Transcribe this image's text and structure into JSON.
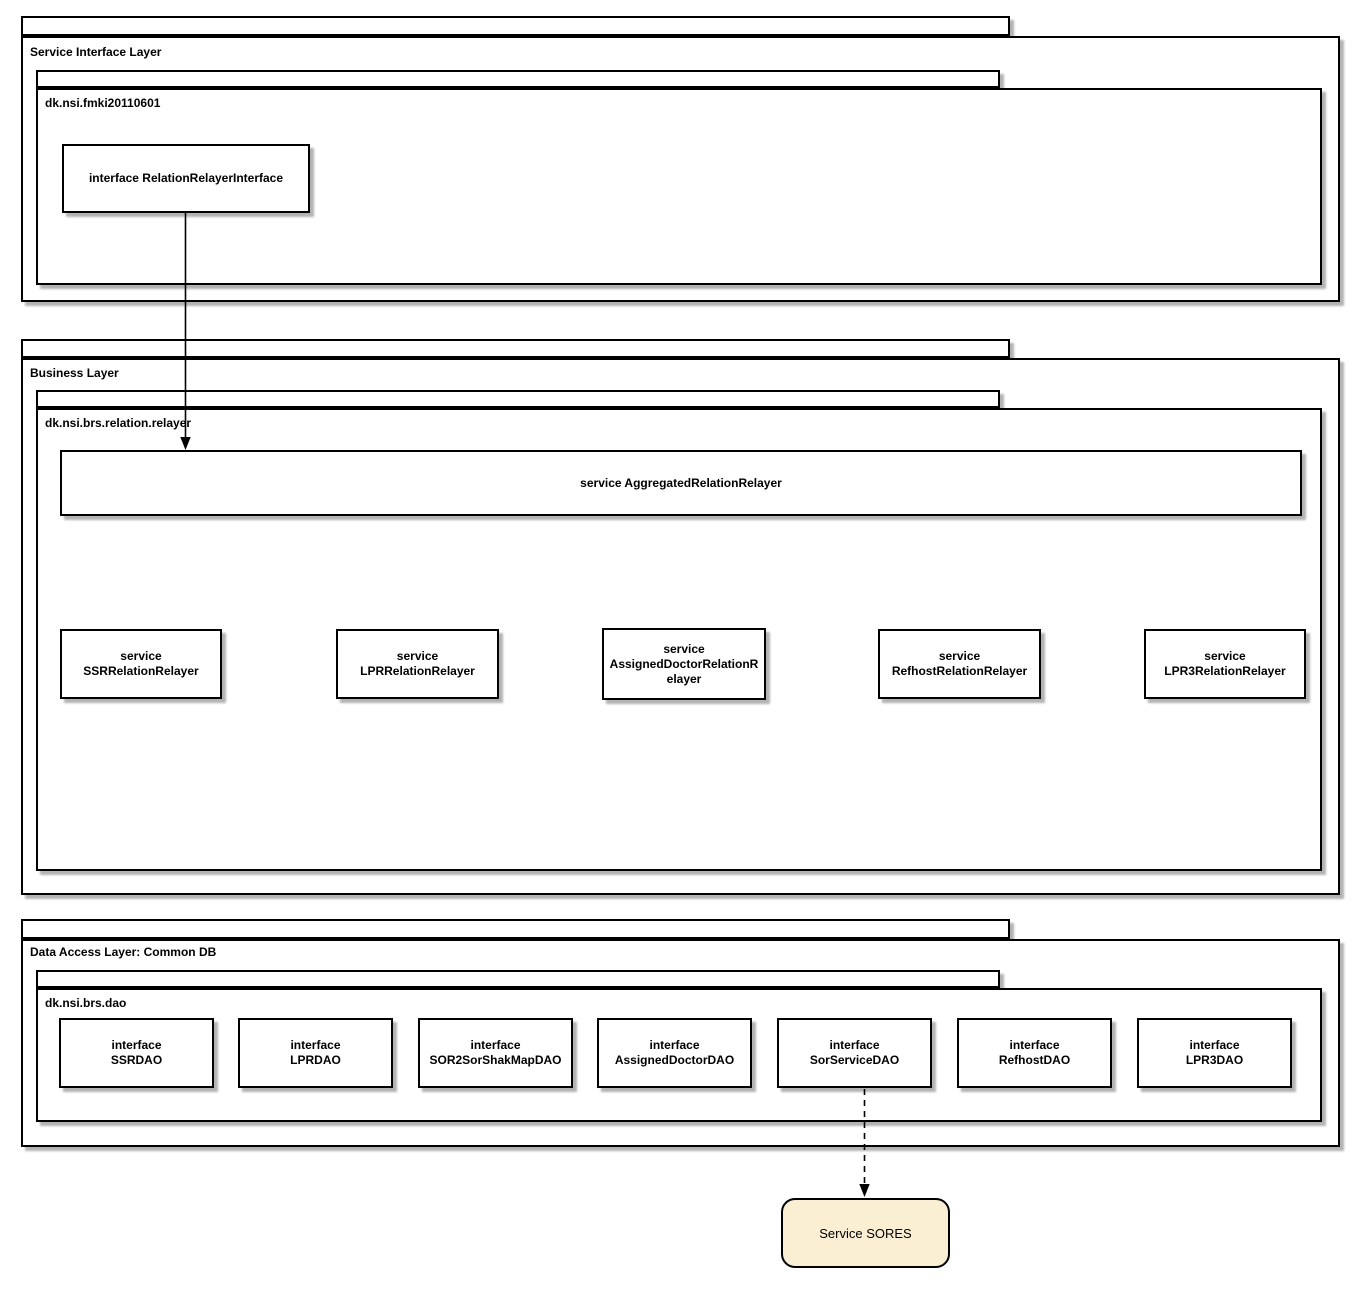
{
  "diagram": {
    "colors": {
      "background": "#ffffff",
      "stroke": "#000000",
      "shadow": "#b3b3b3",
      "external_node_fill": "#FAEFD2"
    },
    "layers": [
      {
        "title": "Service Interface Layer",
        "package": "dk.nsi.fmki20110601",
        "nodes": [
          {
            "label": "interface RelationRelayerInterface"
          }
        ]
      },
      {
        "title": "Business Layer",
        "package": "dk.nsi.brs.relation.relayer",
        "nodes": [
          {
            "label": "service AggregatedRelationRelayer"
          },
          {
            "label": "service\nSSRRelationRelayer"
          },
          {
            "label": "service\nLPRRelationRelayer"
          },
          {
            "label": "service\nAssignedDoctorRelationRelayer"
          },
          {
            "label": "service\nRefhostRelationRelayer"
          },
          {
            "label": "service\nLPR3RelationRelayer"
          }
        ]
      },
      {
        "title": "Data Access Layer: Common DB",
        "package": "dk.nsi.brs.dao",
        "nodes": [
          {
            "label": "interface\nSSRDAO"
          },
          {
            "label": "interface\nLPRDAO"
          },
          {
            "label": "interface\nSOR2SorShakMapDAO"
          },
          {
            "label": "interface\nAssignedDoctorDAO"
          },
          {
            "label": "interface\nSorServiceDAO"
          },
          {
            "label": "interface\nRefhostDAO"
          },
          {
            "label": "interface\nLPR3DAO"
          }
        ]
      }
    ],
    "external_node": {
      "label": "Service SORES",
      "fill": "#FAEFD2"
    },
    "connectors": [
      {
        "from": "interface RelationRelayerInterface",
        "to": "service AggregatedRelationRelayer",
        "style": "solid"
      },
      {
        "from": "interface SorServiceDAO",
        "to": "Service SORES",
        "style": "dashed"
      }
    ]
  }
}
